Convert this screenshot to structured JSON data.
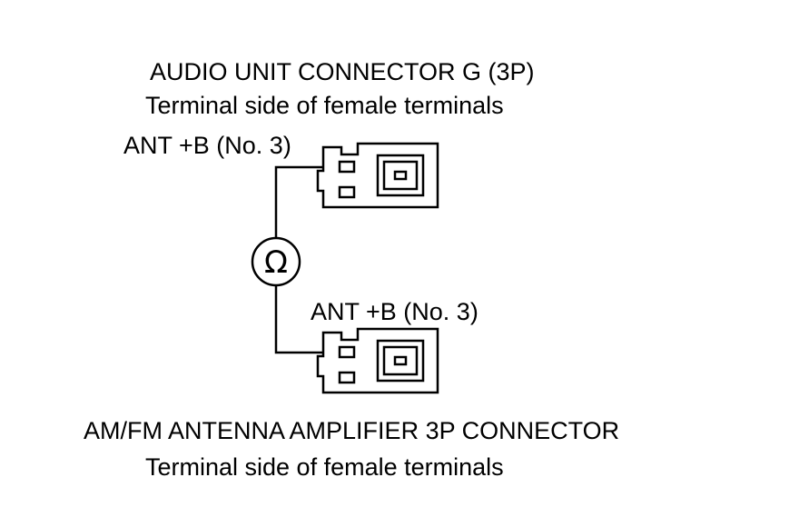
{
  "top_connector": {
    "title": "AUDIO UNIT CONNECTOR G (3P)",
    "subtitle": "Terminal side of female terminals",
    "pin_label": "ANT +B (No. 3)"
  },
  "bottom_connector": {
    "title": "AM/FM ANTENNA AMPLIFIER 3P CONNECTOR",
    "subtitle": "Terminal side of female terminals",
    "pin_label": "ANT +B (No. 3)"
  },
  "meter": {
    "symbol": "Ω",
    "icon": "ohmmeter-icon"
  },
  "colors": {
    "line": "#000000",
    "background": "#ffffff"
  }
}
